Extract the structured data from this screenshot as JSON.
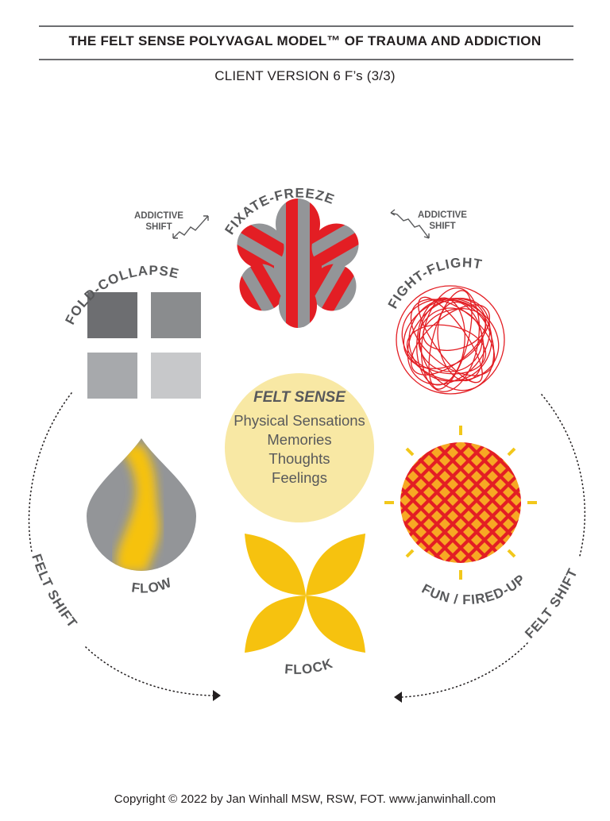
{
  "header": {
    "title": "THE FELT SENSE POLYVAGAL MODEL™ OF TRAUMA AND ADDICTION",
    "subtitle": "CLIENT VERSION 6 F’s (3/3)"
  },
  "center": {
    "title": "FELT SENSE",
    "items": [
      "Physical Sensations",
      "Memories",
      "Thoughts",
      "Feelings"
    ],
    "color": "#f8e8a4"
  },
  "states": {
    "fixate_freeze": {
      "label": "FIXATE-FREEZE",
      "icon": "striped-flower-icon",
      "colors": [
        "#e31e24",
        "#939598"
      ]
    },
    "fight_flight": {
      "label": "FIGHT-FLIGHT",
      "icon": "scribble-ball-icon",
      "color": "#e31e24"
    },
    "fun_fired_up": {
      "label": "FUN / FIRED-UP",
      "icon": "checkered-sun-icon",
      "colors": [
        "#e31e24",
        "#f7a823",
        "#f2c81b"
      ]
    },
    "flock": {
      "label": "FLOCK",
      "icon": "four-petal-flower-icon",
      "color": "#f6c20f"
    },
    "flow": {
      "label": "FLOW",
      "icon": "gradient-drop-icon",
      "colors": [
        "#939598",
        "#f6c20f"
      ]
    },
    "fold_collapse": {
      "label": "FOLD-COLLAPSE",
      "icon": "grey-squares-icon",
      "colors": [
        "#6d6e71",
        "#8a8c8e",
        "#a7a9ac",
        "#c7c8ca"
      ]
    }
  },
  "shifts": {
    "addictive_left": {
      "line1": "ADDICTIVE",
      "line2": "SHIFT"
    },
    "addictive_right": {
      "line1": "ADDICTIVE",
      "line2": "SHIFT"
    },
    "felt_left": "FELT SHIFT",
    "felt_right": "FELT SHIFT"
  },
  "footer": {
    "copyright": "Copyright © 2022 by Jan Winhall MSW, RSW, FOT. www.janwinhall.com"
  }
}
